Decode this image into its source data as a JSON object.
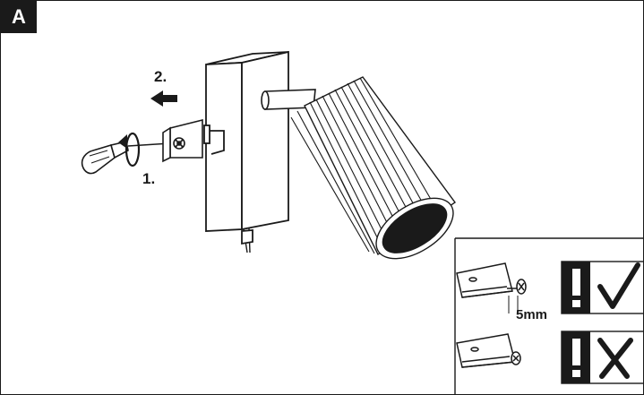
{
  "figure": {
    "panel_label": "A",
    "steps": {
      "step1": "1.",
      "step2": "2."
    },
    "detail": {
      "distance_label": "5mm"
    },
    "colors": {
      "ink": "#1a1a1a",
      "paper": "#ffffff"
    },
    "icons": [
      "screwdriver-icon",
      "rotate-arrow-icon",
      "arrow-left-icon",
      "exclamation-icon",
      "check-mark-icon",
      "cross-mark-icon"
    ]
  }
}
